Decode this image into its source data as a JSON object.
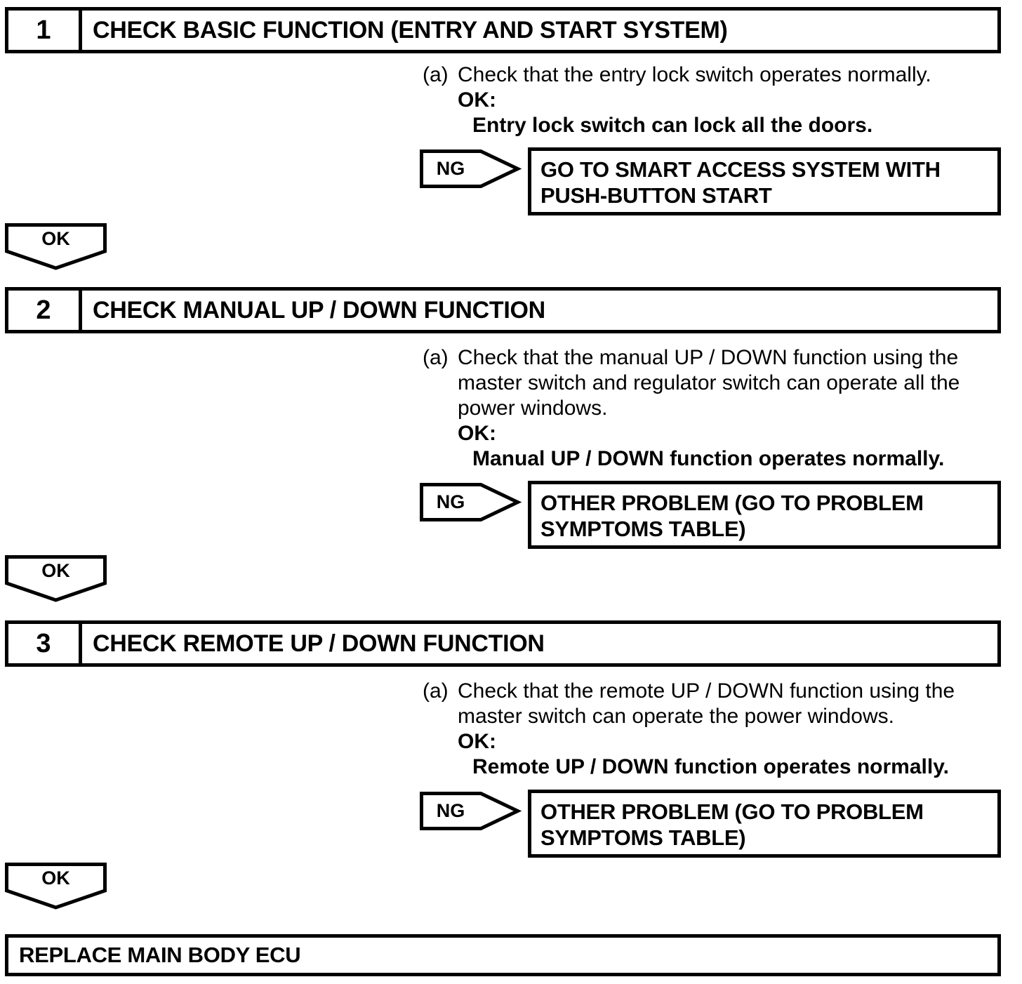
{
  "steps": [
    {
      "number": "1",
      "title": "CHECK BASIC FUNCTION (ENTRY AND START SYSTEM)",
      "item_label": "(a)",
      "item_lines": [
        "Check that the entry lock switch operates normally."
      ],
      "ok_label": "OK:",
      "ok_condition": "Entry lock switch can lock all the doors.",
      "ng_label": "NG",
      "ng_result_lines": [
        "GO TO SMART ACCESS SYSTEM WITH",
        "PUSH-BUTTON START"
      ],
      "ok_connector": "OK"
    },
    {
      "number": "2",
      "title": "CHECK MANUAL UP / DOWN FUNCTION",
      "item_label": "(a)",
      "item_lines": [
        "Check that the manual UP / DOWN function using the",
        "master switch and regulator switch can operate all the",
        "power windows."
      ],
      "ok_label": "OK:",
      "ok_condition": "Manual UP / DOWN function operates normally.",
      "ng_label": "NG",
      "ng_result_lines": [
        "OTHER PROBLEM (GO TO PROBLEM",
        "SYMPTOMS TABLE)"
      ],
      "ok_connector": "OK"
    },
    {
      "number": "3",
      "title": "CHECK REMOTE UP / DOWN FUNCTION",
      "item_label": "(a)",
      "item_lines": [
        "Check that the remote UP / DOWN function using the",
        "master switch can operate the power windows."
      ],
      "ok_label": "OK:",
      "ok_condition": "Remote UP / DOWN function operates normally.",
      "ng_label": "NG",
      "ng_result_lines": [
        "OTHER PROBLEM (GO TO PROBLEM",
        "SYMPTOMS TABLE)"
      ],
      "ok_connector": "OK"
    }
  ],
  "final_action": "REPLACE MAIN BODY ECU",
  "colors": {
    "ink": "#000000",
    "background": "#ffffff"
  }
}
